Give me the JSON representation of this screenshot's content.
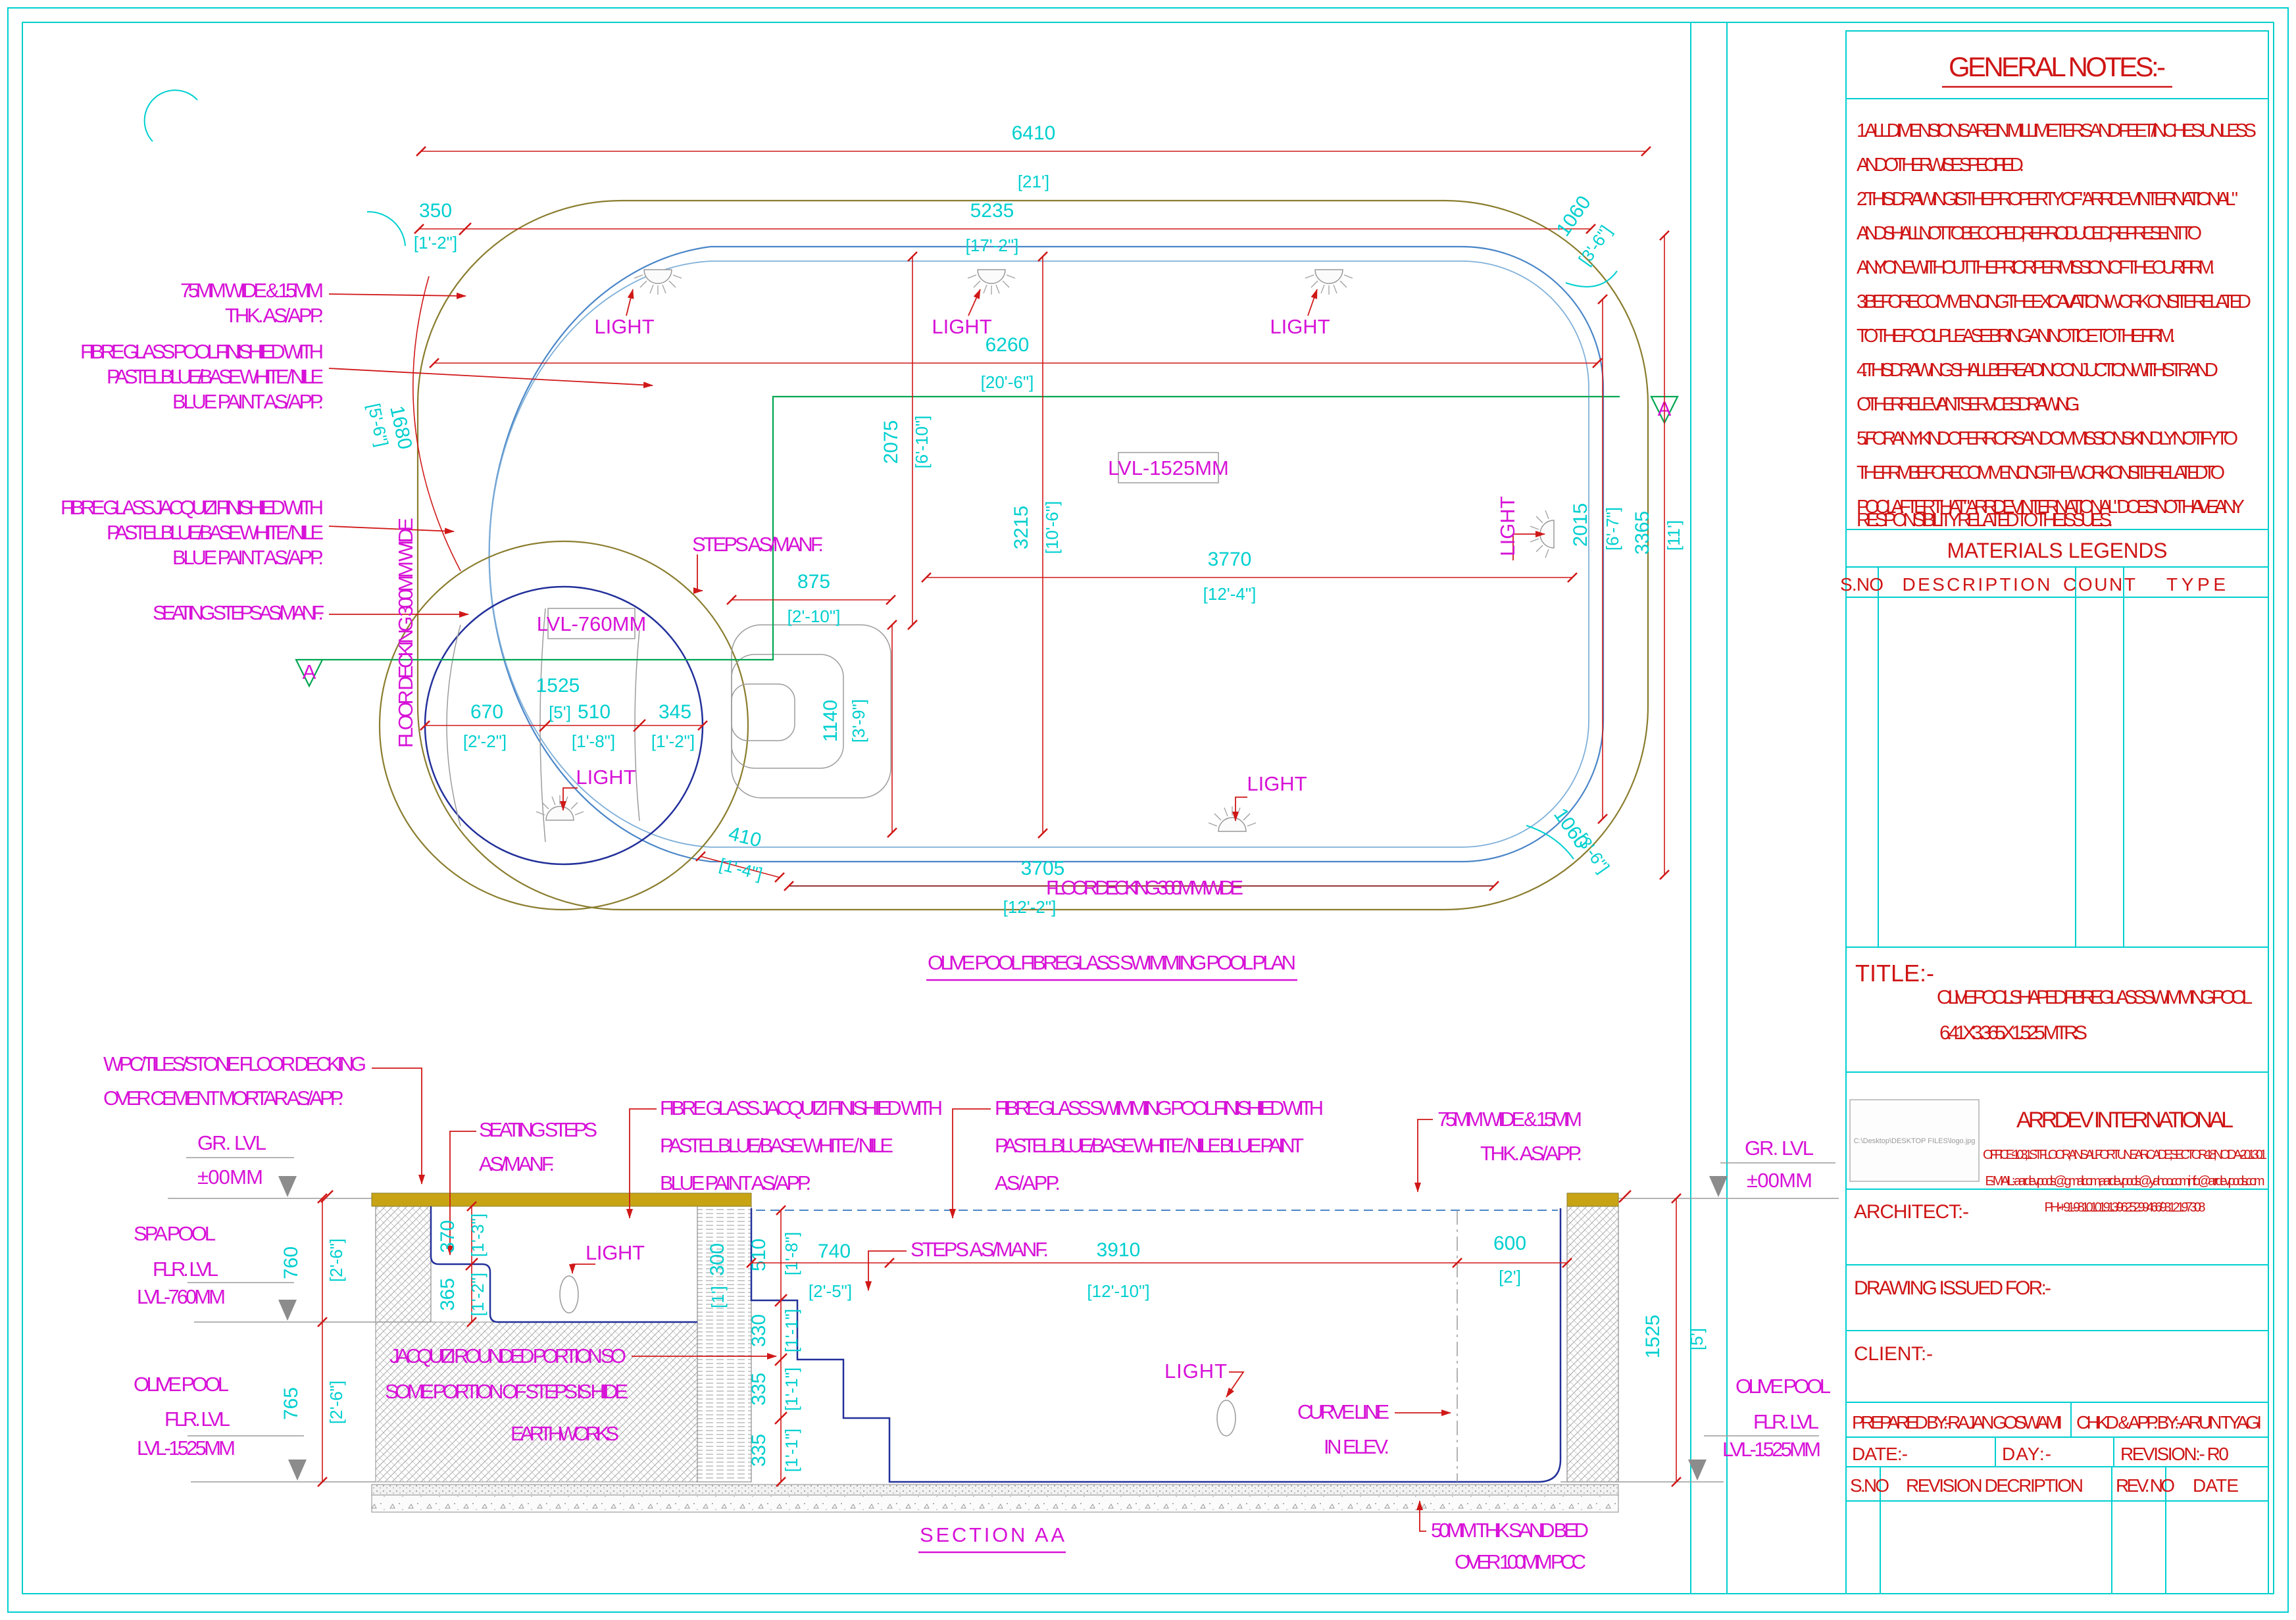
{
  "plan": {
    "title": "OLIVE POOL FIBREGLASS SWIMMING POOL PLAN",
    "labels": {
      "coping1": "75MM WIDE & 15MM",
      "coping2": "THK. AS/APP.",
      "pool1": "FIBRE GLASS POOL FINISHIED WITH",
      "pool2": "PASTEL BLUE/BASE WHITE / NILE",
      "pool3": "BLUE PAINT AS/APP.",
      "jac1": "FIBRE GLASS JACQUIZI FINISHIED WITH",
      "jac2": "PASTEL BLUE/BASE WHITE / NILE",
      "jac3": "BLUE PAINT AS/APP.",
      "seating": "SEATING STEPS AS/MANF.",
      "steps": "STEPS AS/MANF.",
      "deck_note": "FLOOR DECKING 300MM WIDE",
      "light": "LIGHT",
      "lvl_pool": "LVL-1525MM",
      "lvl_spa": "LVL-760MM",
      "marker": "A"
    },
    "dims": {
      "overall_w": {
        "mm": "6410",
        "ft": "[21']"
      },
      "coping_l": {
        "mm": "350",
        "ft": "[1'-2\"]"
      },
      "inner_top": {
        "mm": "5235",
        "ft": "[17'-2\"]"
      },
      "corner_tr": {
        "mm": "1060",
        "ft": "[3'-6\"]"
      },
      "water_w": {
        "mm": "6260",
        "ft": "[20'-6\"]"
      },
      "d2075": {
        "mm": "2075",
        "ft": "[6'-10\"]"
      },
      "d3215": {
        "mm": "3215",
        "ft": "[10'-6\"]"
      },
      "d3770": {
        "mm": "3770",
        "ft": "[12'-4\"]"
      },
      "d875": {
        "mm": "875",
        "ft": "[2'-10\"]"
      },
      "d1140": {
        "mm": "1140",
        "ft": "[3'-9\"]"
      },
      "spa_d": {
        "mm": "1525",
        "ft": "[5']"
      },
      "d670": {
        "mm": "670",
        "ft": "[2'-2\"]"
      },
      "d510": {
        "mm": "510",
        "ft": "[1'-8\"]"
      },
      "d345": {
        "mm": "345",
        "ft": "[1'-2\"]"
      },
      "d410": {
        "mm": "410",
        "ft": "[1'-4\"]"
      },
      "bottom": {
        "mm": "3705",
        "ft": "[12'-2\"]"
      },
      "corner_br": {
        "mm": "1060",
        "ft": "[3'-6\"]"
      },
      "d2015": {
        "mm": "2015",
        "ft": "[6'-7\"]"
      },
      "overall_h": {
        "mm": "3365",
        "ft": "[11']"
      },
      "arc_left": {
        "mm": "1680",
        "ft": "[5'-6\"]"
      }
    }
  },
  "section": {
    "title": "SECTION AA",
    "labels": {
      "wpc1": "WPC/TILES/STONE FLOOR DECKING",
      "wpc2": "OVER CEMENT MORTAR AS/APP.",
      "grlvl1": "GR. LVL",
      "grlvl2": "±00MM",
      "spa1": "SPA POOL",
      "spa2": "FLR. LVL",
      "spa3": "LVL-760MM",
      "olive1": "OLIVE POOL",
      "olive2": "FLR. LVL",
      "olive3": "LVL-1525MM",
      "seating1": "SEATING STEPS",
      "seating2": "AS/MANF.",
      "jacf1": "FIBRE GLASS JACQUIZI FINISHIED WITH",
      "jacf2": "PASTEL BLUE/BASE WHITE / NILE",
      "jacf3": "BLUE PAINT AS/APP.",
      "poolf1": "FIBRE GLASS SWIMMING POOL FINISHIED WITH",
      "poolf2": "PASTEL BLUE/BASE WHITE / NILE BLUE PAINT",
      "poolf3": "AS/APP.",
      "steps": "STEPS AS/MANF.",
      "coping1": "75MM WIDE & 15MM",
      "coping2": "THK. AS/APP.",
      "note1": "JACQUIZI ROUNDED PORTION SO",
      "note2": "SOME PORTION OF STEPS IS HIDE",
      "note3": "EARTHWORKS",
      "curve1": "CURVE LINE",
      "curve2": "IN ELEV.",
      "sand1": "50MM THK SAND BED",
      "sand2": "OVER 100MM PCC",
      "light": "LIGHT"
    },
    "dims": {
      "d760": {
        "mm": "760",
        "ft": "[2'-6\"]"
      },
      "d765": {
        "mm": "765",
        "ft": "[2'-6\"]"
      },
      "d370": {
        "mm": "370",
        "ft": "[1'-3\"]"
      },
      "d365": {
        "mm": "365",
        "ft": "[1'-2\"]"
      },
      "d300": {
        "mm": "300",
        "ft": "[1']"
      },
      "d510": {
        "mm": "510",
        "ft": "[1'-8\"]"
      },
      "d740": {
        "mm": "740",
        "ft": "[2'-5\"]"
      },
      "d3910": {
        "mm": "3910",
        "ft": "[12'-10\"]"
      },
      "d600": {
        "mm": "600",
        "ft": "[2']"
      },
      "d330": {
        "mm": "330",
        "ft": "[1'-1\"]"
      },
      "d335a": {
        "mm": "335",
        "ft": "[1'-1\"]"
      },
      "d335b": {
        "mm": "335",
        "ft": "[1'-1\"]"
      },
      "d1525": {
        "mm": "1525",
        "ft": "[5']"
      }
    }
  },
  "panel": {
    "notes": {
      "title": "GENERAL NOTES:-",
      "lines": [
        "1.  ALL DIMENSIONS ARE IN MILLIMETERS AND FEET/INCHES UNLESS",
        "AND OTHERWISE SPECIFIED.",
        "2.  THIS DRAWING IS THE PROPERTY OF \"ARRDEV  INTERNATIONAL\"",
        "AND SHALL NOT TO BE COPIED,REPRODUCED,REPRESENT TO",
        "ANYONE WITHOUT THE PRIOR PERMISSION  OF THE OUR FIRM.",
        "3. BEFORE COMMENCING THE EXCAVATION WORK ON SITE RELATED",
        "TO THE POOL PLEASE BRING AN NOTICE TO THE FIRM.",
        "4. THIS DRAWING SHALL BE READ IN CONJUCTION WITH STR. AND",
        "OTHER RELEVANT SERVICES DRAWING.",
        "5. FOR ANY KIND OF ERRORS AND OMMISSIONS KINDLY NOTIFY TO",
        "THE FIRM BEFORE COMMENCING THE WORK ON SITE RELATED TO",
        "POOL AFTER THAT \"ARRDEV INTERNATIONAL\" DOES NOT HAVE ANY",
        "RESPONSIBILITY RELATED TO THE ISSUES."
      ]
    },
    "materials": {
      "title": "MATERIALS LEGENDS",
      "col_sno": "S.NO",
      "col_desc": "DESCRIPTION",
      "col_count": "COUNT",
      "col_type": "TYPE"
    },
    "title_block": {
      "label": "TITLE:-",
      "line1": "OLIVE POOL SHAPED FIBREGLASS SWIMMING POOL",
      "line2": "6.41X3.365X1.525 MTRS"
    },
    "company": {
      "name": "ARRDEV INTERNATIONAL",
      "office": "OFFICE:-103,1ST FLOOR,ANSAL FORTUNE ARCADE,SECTOR-18,NOIDA-201301",
      "email": "E-MAIL:-aardevpools@gmail.com,aardevpools@yahoo.com,info@arrdevpools.com",
      "phone": "PH:-+91-9810101913/9625299466/9312197308",
      "logo_placeholder": "C:\\Desktop\\DESKTOP FILES\\logo.jpg"
    },
    "architect": "ARCHITECT:-",
    "drawing_issued": "DRAWING ISSUED FOR:-",
    "client": "CLIENT:-",
    "prepared": "PREPARED BY:-RAJAN GOSWAMI",
    "checked": "CHKD & APP. BY:-ARUN TYAGI",
    "date": "DATE:-",
    "day": "DAY:-",
    "revision": "REVISION:- R0",
    "rev_sno": "S.NO",
    "rev_desc": "REVISION DECRIPTION",
    "rev_no": "REV. NO",
    "rev_date": "DATE"
  }
}
